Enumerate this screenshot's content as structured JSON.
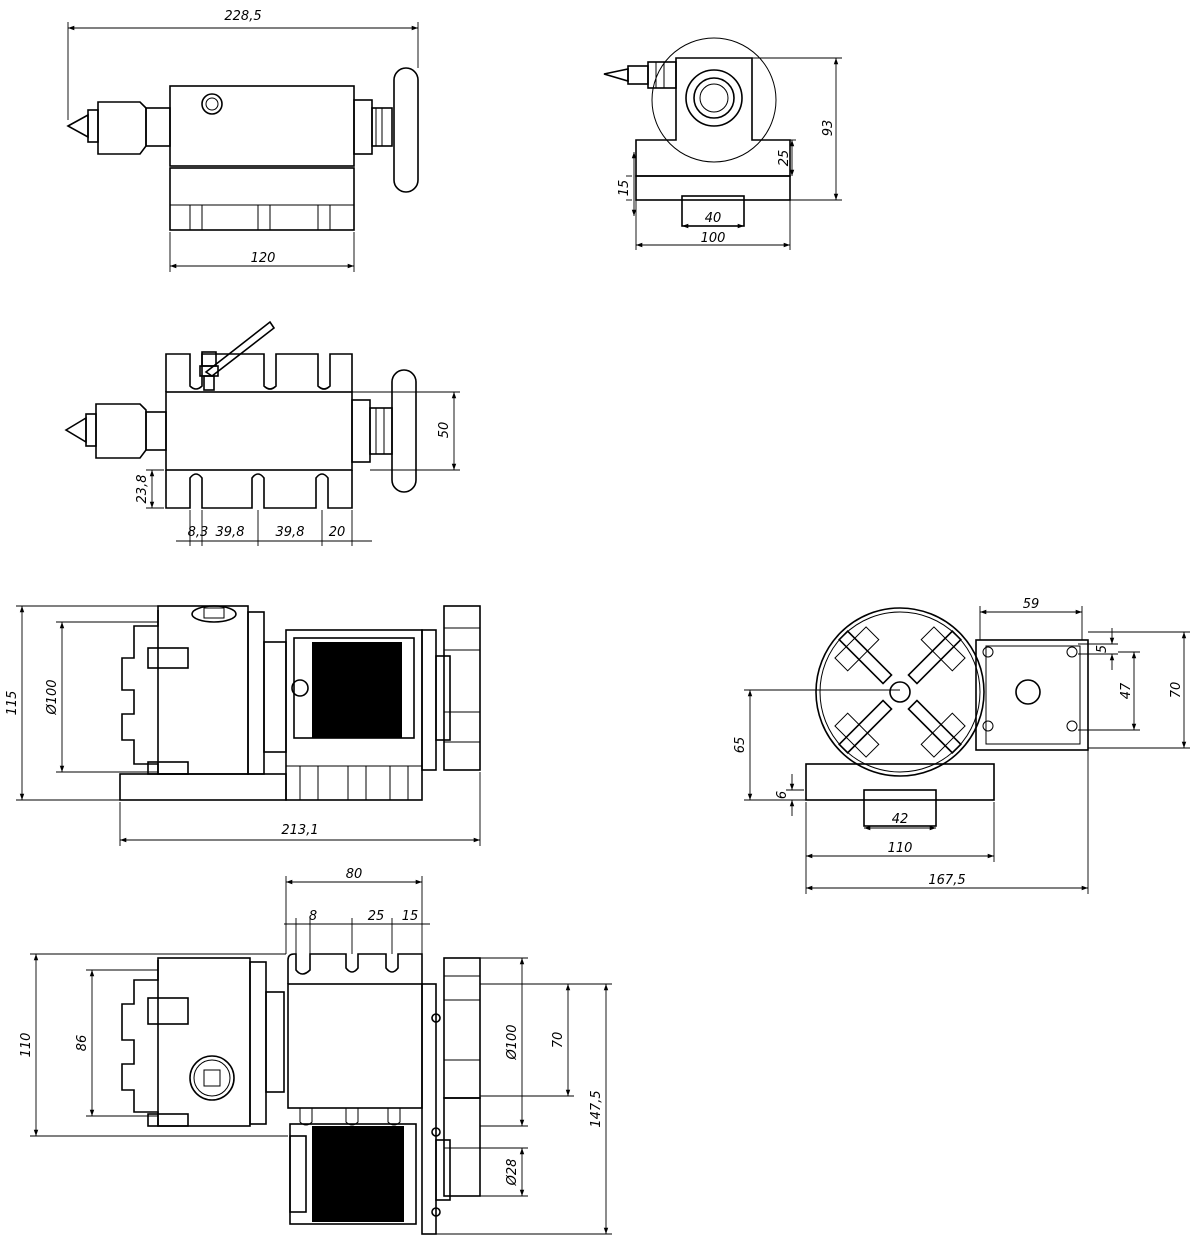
{
  "drawing": {
    "tailstock": {
      "top_view": {
        "overall_length": "228,5",
        "base_length": "120"
      },
      "end_view": {
        "height": "93",
        "body_step": "25",
        "base_thickness": "15",
        "slot_width": "40",
        "base_width": "100"
      },
      "side_view": {
        "body_height": "50",
        "base_height": "23,8",
        "slot_pitch_1": "8,3",
        "slot_pitch_2": "39,8",
        "slot_pitch_3": "39,8",
        "end_offset": "20"
      }
    },
    "rotary_axis": {
      "side_view": {
        "height": "115",
        "chuck_diameter": "Ø100",
        "overall_length": "213,1"
      },
      "front_view": {
        "motor_width": "59",
        "hole_offset": "5",
        "hole_spacing": "47",
        "motor_height": "70",
        "center_height": "65",
        "base_thickness": "6",
        "slot_width": "42",
        "base_width": "110",
        "overall_width": "167,5"
      },
      "top_view": {
        "body_length": "80",
        "slot_width": "8",
        "slot_pitch": "25",
        "end_offset": "15",
        "base_width": "110",
        "chuck_body": "86",
        "plate_diameter": "Ø100",
        "plate_height": "70",
        "overall_depth": "147,5",
        "pulley_diameter": "Ø28"
      }
    }
  }
}
